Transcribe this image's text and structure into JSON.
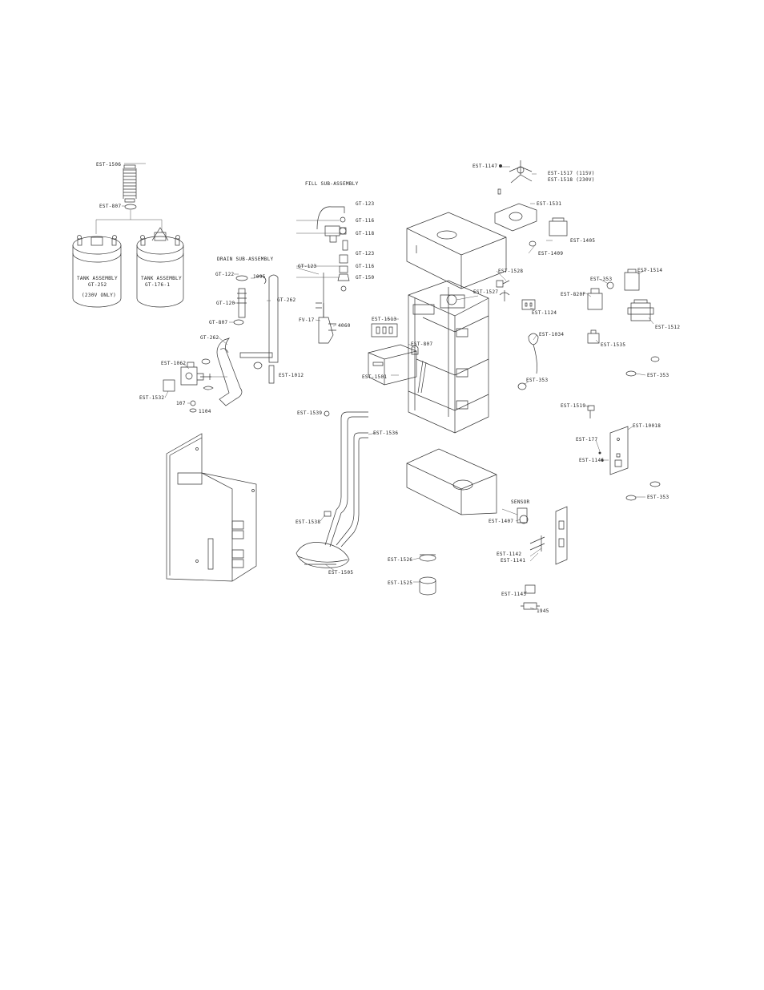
{
  "labels": {
    "est1506": "EST-1506",
    "est807": "EST-807",
    "tank_left_1": "TANK ASSEMBLY",
    "tank_left_2": "GT-252",
    "tank_left_3": "(230V ONLY)",
    "tank_right_1": "TANK ASSEMBLY",
    "tank_right_2": "GT-176-1",
    "drain_sub": "DRAIN SUB-ASSEMBLY",
    "gt122": "GT-122",
    "n1095": "1095",
    "gt120": "GT-120",
    "gt262_a": "GT-262",
    "gt807": "GT-807",
    "gt262_b": "GT-262",
    "est1062": "EST-1062",
    "est1012": "EST-1012",
    "est1532": "EST-1532",
    "n107": "107",
    "n1104": "1104",
    "fill_sub": "FILL SUB-ASSEMBLY",
    "gt123_a": "GT-123",
    "gt116_a": "GT-116",
    "gt118": "GT-118",
    "gt123_b": "GT-123",
    "gt123_c": "GT-123",
    "gt116_b": "GT-116",
    "gt150": "GT-150",
    "fv17": "FV-17",
    "n4060": "4060",
    "est1147": "EST-1147",
    "est1517": "EST-1517 (115V)",
    "est1518": "EST-1518 (230V)",
    "est1531": "EST-1531",
    "est1405": "EST-1405",
    "est1409": "EST-1409",
    "est1528": "EST-1528",
    "est1527": "EST-1527",
    "est1124": "EST-1124",
    "est1513": "EST-1513",
    "est807b": "EST-807",
    "est1501": "EST-1501",
    "est353a": "EST-353",
    "est1514": "EST-1514",
    "est820p": "EST-820P",
    "est1512": "EST-1512",
    "est1034": "EST-1034",
    "est1535": "EST-1535",
    "est353b": "EST-353",
    "est353c": "EST-353",
    "est1519": "EST-1519",
    "est1539": "EST-1539",
    "est1536": "EST-1536",
    "est10018": "EST-10018",
    "est177": "EST-177",
    "est1146": "EST-1146",
    "est353d": "EST-353",
    "est1538": "EST-1538",
    "sensor": "SENSOR",
    "est1407": "EST-1407",
    "est1142": "EST-1142",
    "est1141": "EST-1141",
    "est1505": "EST-1505",
    "est1526": "EST-1526",
    "est1525": "EST-1525",
    "est1143": "EST-1143",
    "n1945": "1945"
  }
}
